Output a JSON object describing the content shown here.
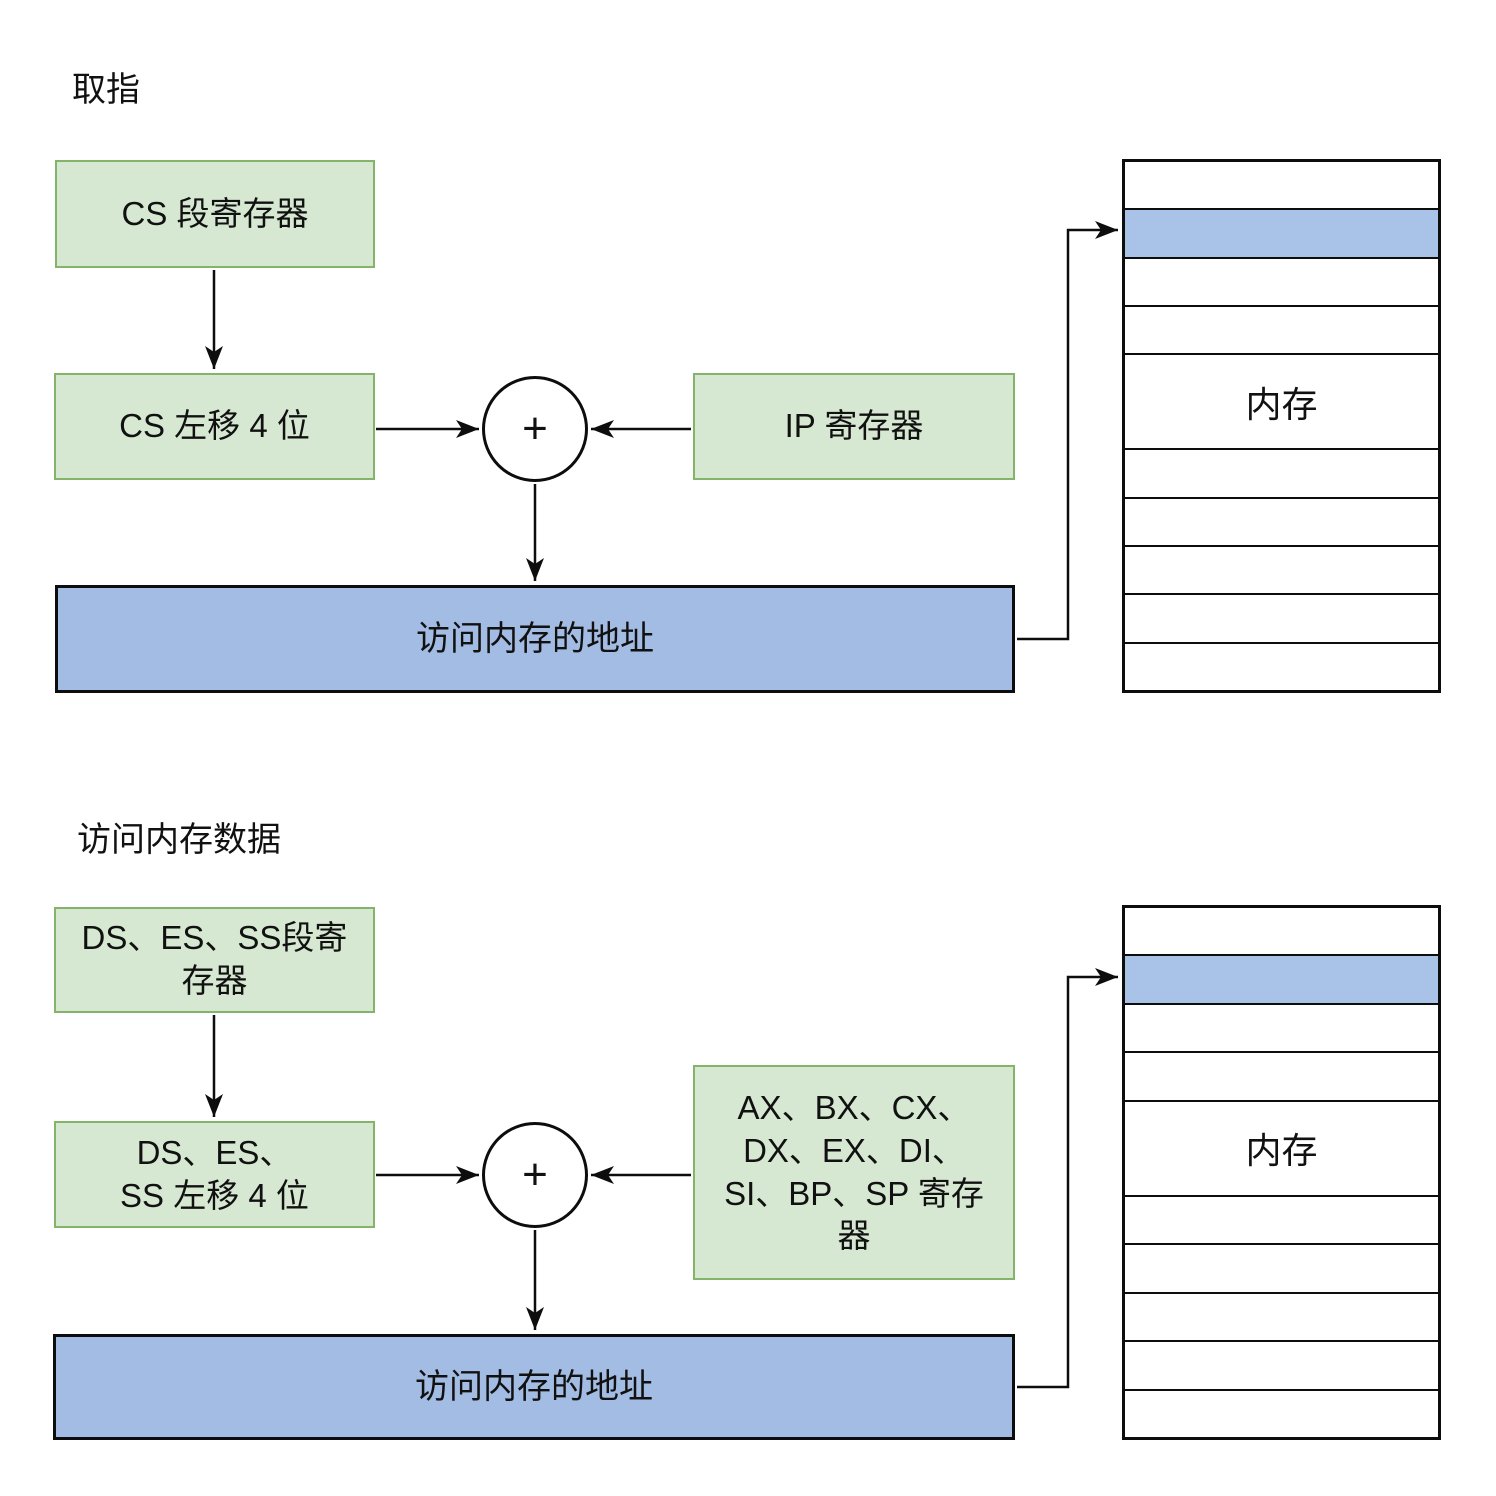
{
  "fetch": {
    "title": "取指",
    "segment_register": "CS 段寄存器",
    "shift": "CS 左移 4 位",
    "offset_register": "IP 寄存器",
    "adder": "+",
    "address": "访问内存的地址",
    "memory_label": "内存"
  },
  "data_access": {
    "title": "访问内存数据",
    "segment_register_lines": [
      "DS、ES、SS段寄",
      "存器"
    ],
    "shift_lines": [
      "DS、ES、",
      "SS 左移 4 位"
    ],
    "offset_register_lines": [
      "AX、BX、CX、",
      "DX、EX、DI、",
      "SI、BP、SP 寄存",
      "器"
    ],
    "adder": "+",
    "address": "访问内存的地址",
    "memory_label": "内存"
  },
  "colors": {
    "background": "#ffffff",
    "line": "#0d0d0d",
    "box_green_fill": "#d6e8d2",
    "box_green_border": "#84b36a",
    "box_blue_fill": "#a3bce3",
    "highlight_row_fill": "#a9c3e8"
  }
}
